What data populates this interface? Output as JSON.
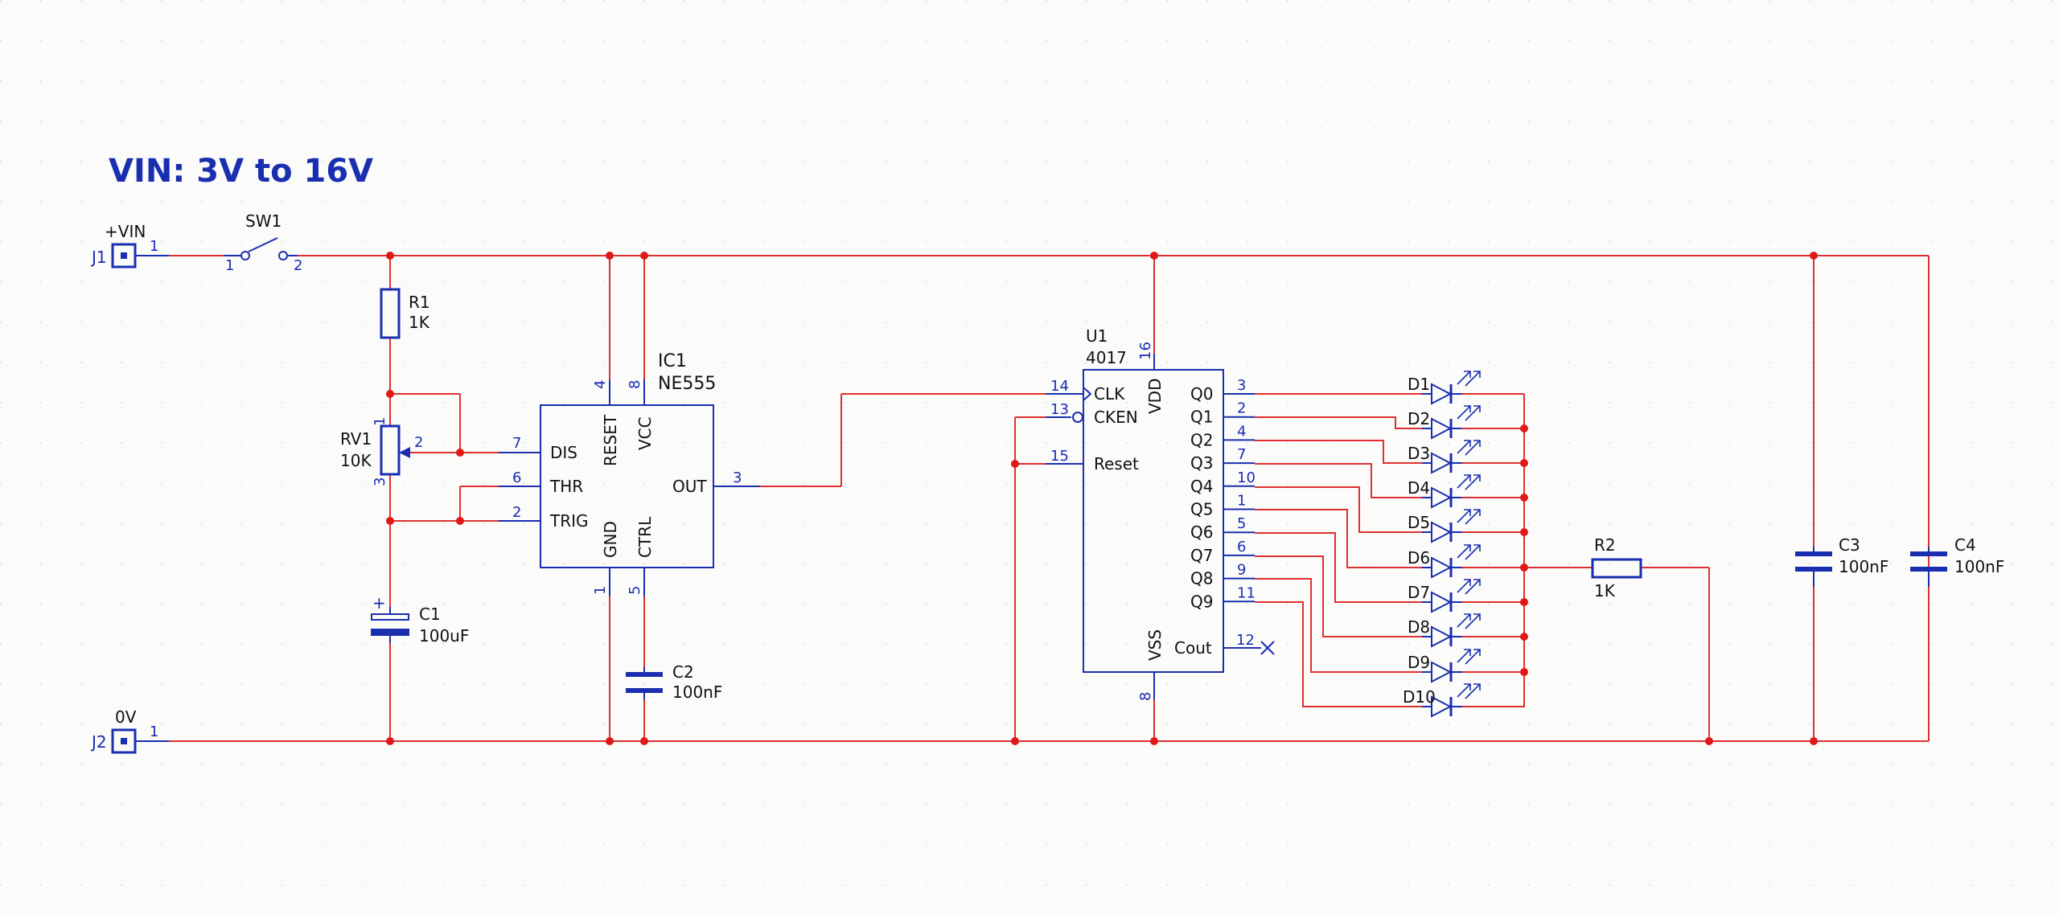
{
  "title": "VIN: 3V to 16V",
  "colors": {
    "wire": "#e03030",
    "component": "#1a2eb0",
    "junction": "#e01818",
    "background": "#fbfbfa",
    "grid": "#e6e6e6"
  },
  "connectors": {
    "j1": {
      "ref": "J1",
      "net": "+VIN",
      "pin": "1"
    },
    "j2": {
      "ref": "J2",
      "net": "0V",
      "pin": "1"
    }
  },
  "switch": {
    "ref": "SW1",
    "pin1": "1",
    "pin2": "2"
  },
  "r1": {
    "ref": "R1",
    "value": "1K"
  },
  "rv1": {
    "ref": "RV1",
    "value": "10K",
    "pin1": "1",
    "pin2": "2",
    "pin3": "3"
  },
  "c1": {
    "ref": "C1",
    "value": "100uF",
    "polarity": "+"
  },
  "ic1": {
    "ref": "IC1",
    "value": "NE555",
    "pins": {
      "dis": {
        "name": "DIS",
        "num": "7"
      },
      "thr": {
        "name": "THR",
        "num": "6"
      },
      "trig": {
        "name": "TRIG",
        "num": "2"
      },
      "reset": {
        "name": "RESET",
        "num": "4"
      },
      "vcc": {
        "name": "VCC",
        "num": "8"
      },
      "gnd": {
        "name": "GND",
        "num": "1"
      },
      "ctrl": {
        "name": "CTRL",
        "num": "5"
      },
      "out": {
        "name": "OUT",
        "num": "3"
      }
    }
  },
  "c2": {
    "ref": "C2",
    "value": "100nF"
  },
  "u1": {
    "ref": "U1",
    "value": "4017",
    "pins": {
      "clk": {
        "name": "CLK",
        "num": "14"
      },
      "cken": {
        "name": "CKEN",
        "num": "13"
      },
      "reset": {
        "name": "Reset",
        "num": "15"
      },
      "vdd": {
        "name": "VDD",
        "num": "16"
      },
      "vss": {
        "name": "VSS",
        "num": "8"
      },
      "cout": {
        "name": "Cout",
        "num": "12"
      }
    },
    "outputs": [
      {
        "name": "Q0",
        "num": "3"
      },
      {
        "name": "Q1",
        "num": "2"
      },
      {
        "name": "Q2",
        "num": "4"
      },
      {
        "name": "Q3",
        "num": "7"
      },
      {
        "name": "Q4",
        "num": "10"
      },
      {
        "name": "Q5",
        "num": "1"
      },
      {
        "name": "Q6",
        "num": "5"
      },
      {
        "name": "Q7",
        "num": "6"
      },
      {
        "name": "Q8",
        "num": "9"
      },
      {
        "name": "Q9",
        "num": "11"
      }
    ]
  },
  "leds": [
    "D1",
    "D2",
    "D3",
    "D4",
    "D5",
    "D6",
    "D7",
    "D8",
    "D9",
    "D10"
  ],
  "r2": {
    "ref": "R2",
    "value": "1K"
  },
  "c3": {
    "ref": "C3",
    "value": "100nF"
  },
  "c4": {
    "ref": "C4",
    "value": "100nF"
  }
}
